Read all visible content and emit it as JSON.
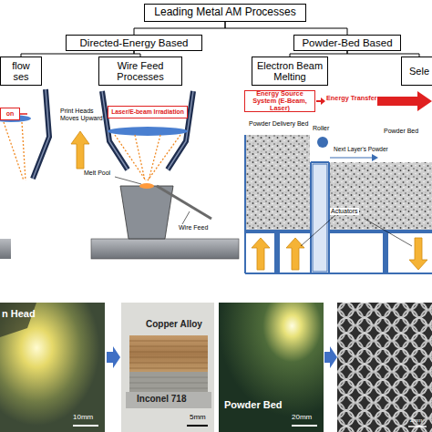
{
  "diagram": {
    "nodes": [
      {
        "text": [
          "Leading Metal AM Processes"
        ]
      },
      {
        "text": [
          "Directed-Energy Based"
        ]
      },
      {
        "text": [
          "Powder-Bed Based"
        ]
      },
      {
        "text": [
          "flow ses"
        ]
      },
      {
        "text": [
          "Wire Feed Processes"
        ]
      },
      {
        "text": [
          "Electron Beam Melting"
        ]
      },
      {
        "text": [
          "Sele"
        ]
      },
      {
        "text": [
          "on"
        ]
      },
      {
        "text": [
          "Laser/E-beam Irradiation"
        ]
      },
      {
        "text": [
          "Energy Source System (E-Beam, Laser)"
        ]
      }
    ],
    "edges": [
      {
        "from": 0,
        "to": 1,
        "arrow": "none"
      },
      {
        "from": 0,
        "to": 2,
        "arrow": "none"
      },
      {
        "from": 1,
        "to": 3,
        "arrow": "none"
      },
      {
        "from": 1,
        "to": 4,
        "arrow": "none"
      },
      {
        "from": 2,
        "to": 5,
        "arrow": "none"
      },
      {
        "from": 2,
        "to": 6,
        "arrow": "none"
      }
    ],
    "labels": [
      "Print Heads Moves Upward",
      "Melt Pool",
      "Wire Feed",
      "Powder Delivery Bed",
      "Roller",
      "Next Layer's Powder",
      "Powder Bed",
      "Actuators",
      "Energy Transfer",
      "n Head",
      "10mm",
      "Copper Alloy",
      "Inconel 718",
      "5mm",
      "Powder Bed",
      "20mm",
      "2mm"
    ]
  }
}
